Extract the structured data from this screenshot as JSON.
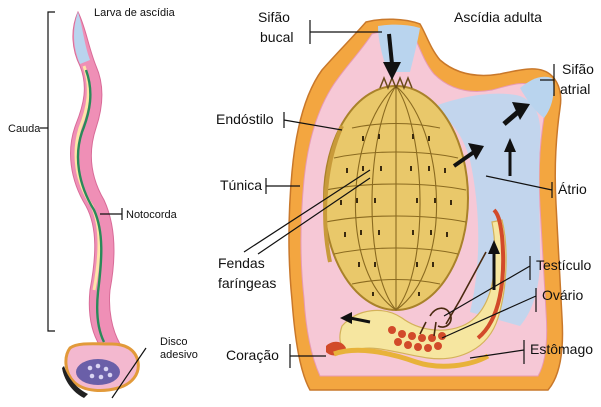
{
  "larva": {
    "title": "Larva de ascídia",
    "labels": {
      "cauda": "Cauda",
      "notocorda": "Notocorda",
      "disco_line1": "Disco",
      "disco_line2": "adesivo"
    }
  },
  "adult": {
    "title": "Ascídia adulta",
    "labels": {
      "sifao_bucal_line1": "Sifão",
      "sifao_bucal_line2": "bucal",
      "sifao_atrial_line1": "Sifão",
      "sifao_atrial_line2": "atrial",
      "endostilo": "Endóstilo",
      "tunica": "Túnica",
      "atrio": "Átrio",
      "fendas_line1": "Fendas",
      "fendas_line2": "faríngeas",
      "testiculo": "Testículo",
      "ovario": "Ovário",
      "coracao": "Coração",
      "estomago": "Estômago"
    }
  },
  "colors": {
    "tunic_outer": "#f3a640",
    "tunic_inner": "#f6c8d6",
    "atrium": "#bfd6ee",
    "pharynx": "#e9c86a",
    "larva_body": "#ef8fb6",
    "notochord": "#2a8a5a"
  }
}
